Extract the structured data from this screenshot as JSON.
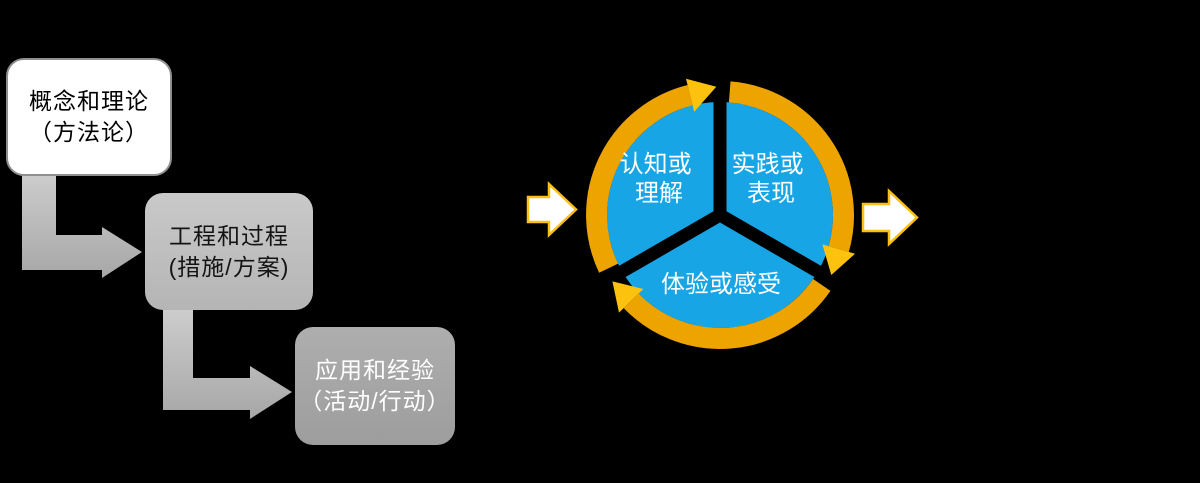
{
  "canvas": {
    "background": "#000000"
  },
  "cascade": {
    "boxes": [
      {
        "lines": [
          "概念和理论",
          "（方法论）"
        ]
      },
      {
        "lines": [
          "工程和过程",
          "(措施/方案)"
        ]
      },
      {
        "lines": [
          "应用和经验",
          "（活动/行动）"
        ]
      }
    ],
    "colors": {
      "box1_fill": "#ffffff",
      "box1_border": "#8f8f8f",
      "box1_text": "#000000",
      "box2_fill": "#bfbfbf",
      "box2_text": "#141414",
      "box3_fill": "#a6a6a6",
      "box3_text": "#ffffff",
      "connector_arrow_fill": "#bdbdbd"
    }
  },
  "cycle": {
    "labels": {
      "left": [
        "认知或",
        "理解"
      ],
      "right": [
        "实践或",
        "表现"
      ],
      "bottom": [
        "体验或感受"
      ]
    },
    "colors": {
      "ring": "#fdc20d",
      "circle": "#18a5e6",
      "divider": "#000000",
      "text": "#ffffff",
      "io_arrow_fill": "#ffffff",
      "io_arrow_stroke": "#fdbf12"
    }
  }
}
